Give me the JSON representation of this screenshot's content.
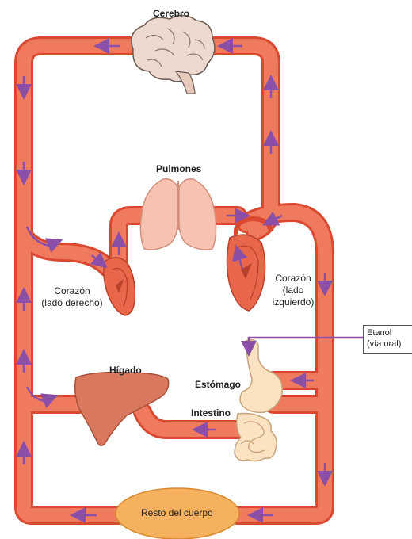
{
  "labels": {
    "brain": "Cerebro",
    "lungs": "Pulmones",
    "heart_right_line1": "Corazón",
    "heart_right_line2": "(lado derecho)",
    "heart_left_line1": "Corazón",
    "heart_left_line2": "(lado",
    "heart_left_line3": "izquierdo)",
    "liver": "Hígado",
    "stomach": "Estómago",
    "intestine": "Intestino",
    "body_rest": "Resto del cuerpo",
    "ethanol_line1": "Etanol",
    "ethanol_line2": "(vía oral)"
  },
  "colors": {
    "vessel_fill": "#f07a5e",
    "vessel_edge": "#d9482f",
    "arrow": "#8b4fa8",
    "lungs": "#f6c3b3",
    "brain": "#ecd9cf",
    "liver": "#d9785e",
    "stomach": "#fbe2c0",
    "body_oval": "#f6b15f"
  }
}
